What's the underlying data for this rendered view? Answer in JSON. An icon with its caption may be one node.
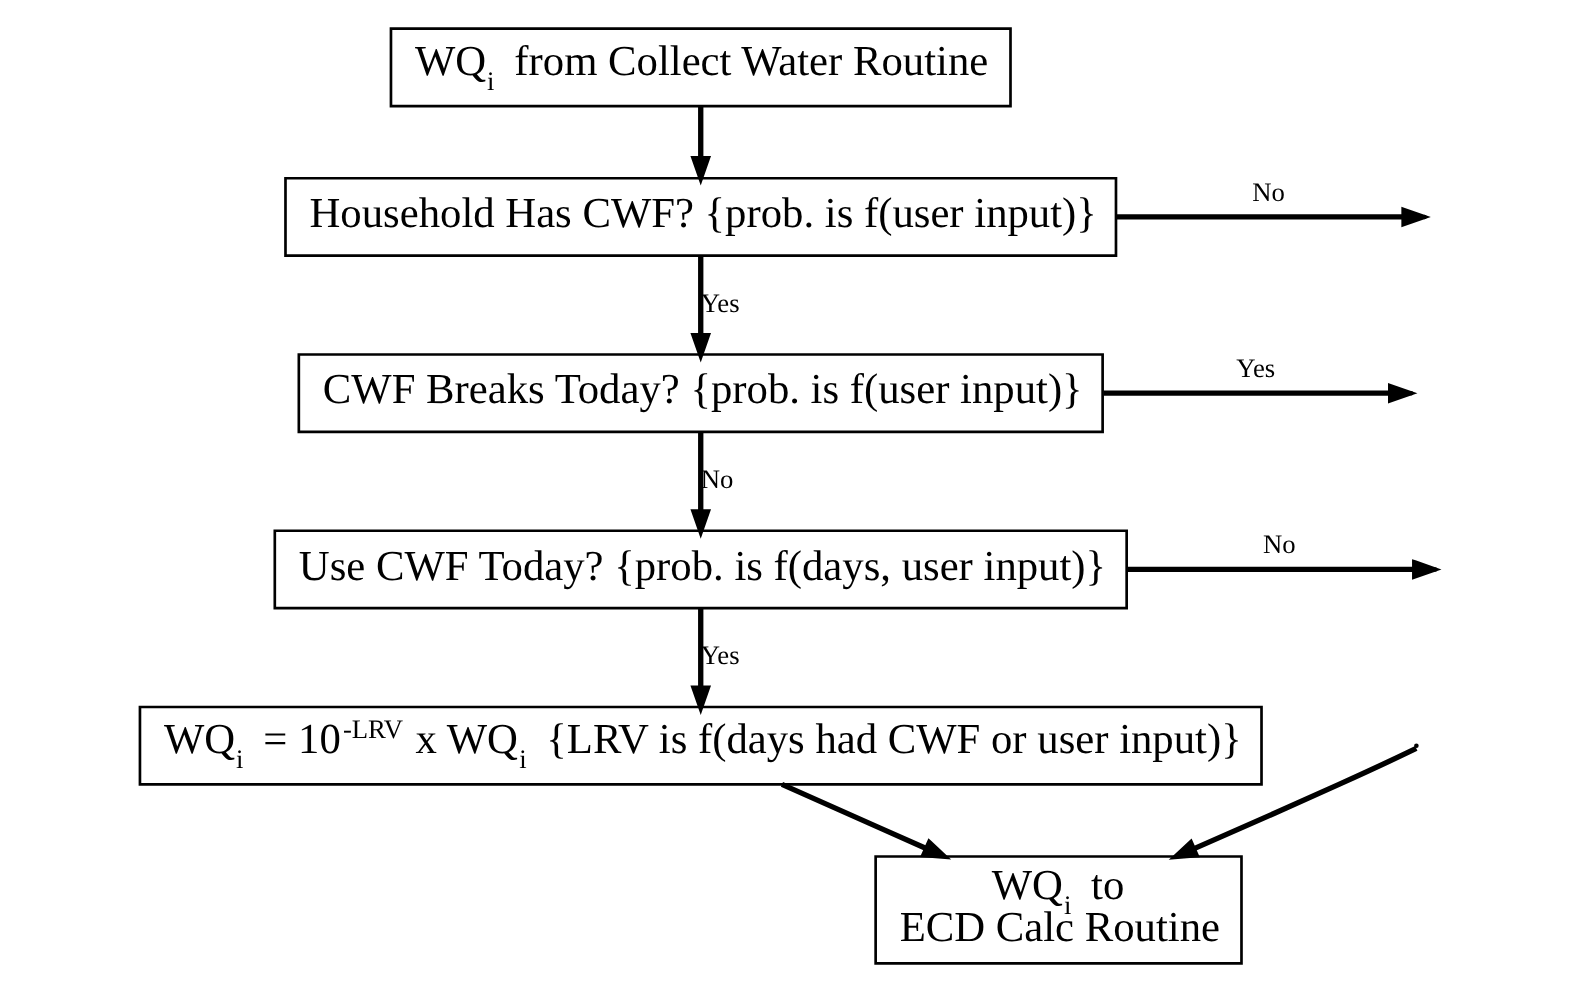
{
  "diagram": {
    "nodes": [
      {
        "text": [
          "WQ$_{i}$ from Collect Water Routine"
        ]
      },
      {
        "text": [
          "Household Has CWF? {prob. is f(user input)}"
        ]
      },
      {
        "text": [
          "CWF Breaks Today? {prob. is f(user input)}"
        ]
      },
      {
        "text": [
          "Use CWF Today? {prob. is f(days, user input)}"
        ]
      },
      {
        "text": [
          "WQ$_{i}$ = 10$^{-LRV}$ x WQ$_{i}$ {LRV is f(days had CWF or user input)}"
        ]
      },
      {
        "text": [
          "WQ$_{i}$ to ECD Calc Routine"
        ]
      }
    ],
    "edges": [
      {
        "from": 0,
        "to": 1,
        "arrow": "to"
      },
      {
        "from": 1,
        "to": null,
        "arrow": "to",
        "label": "No"
      },
      {
        "from": 1,
        "to": 2,
        "arrow": "to",
        "label": "Yes"
      },
      {
        "from": 2,
        "to": null,
        "arrow": "to",
        "label": "Yes"
      },
      {
        "from": 2,
        "to": 3,
        "arrow": "to",
        "label": "No"
      },
      {
        "from": 3,
        "to": null,
        "arrow": "to",
        "label": "No"
      },
      {
        "from": 3,
        "to": 4,
        "arrow": "to",
        "label": "Yes"
      },
      {
        "from": 4,
        "to": 5,
        "arrow": "to"
      },
      {
        "from": null,
        "to": 5,
        "arrow": "to"
      }
    ]
  }
}
